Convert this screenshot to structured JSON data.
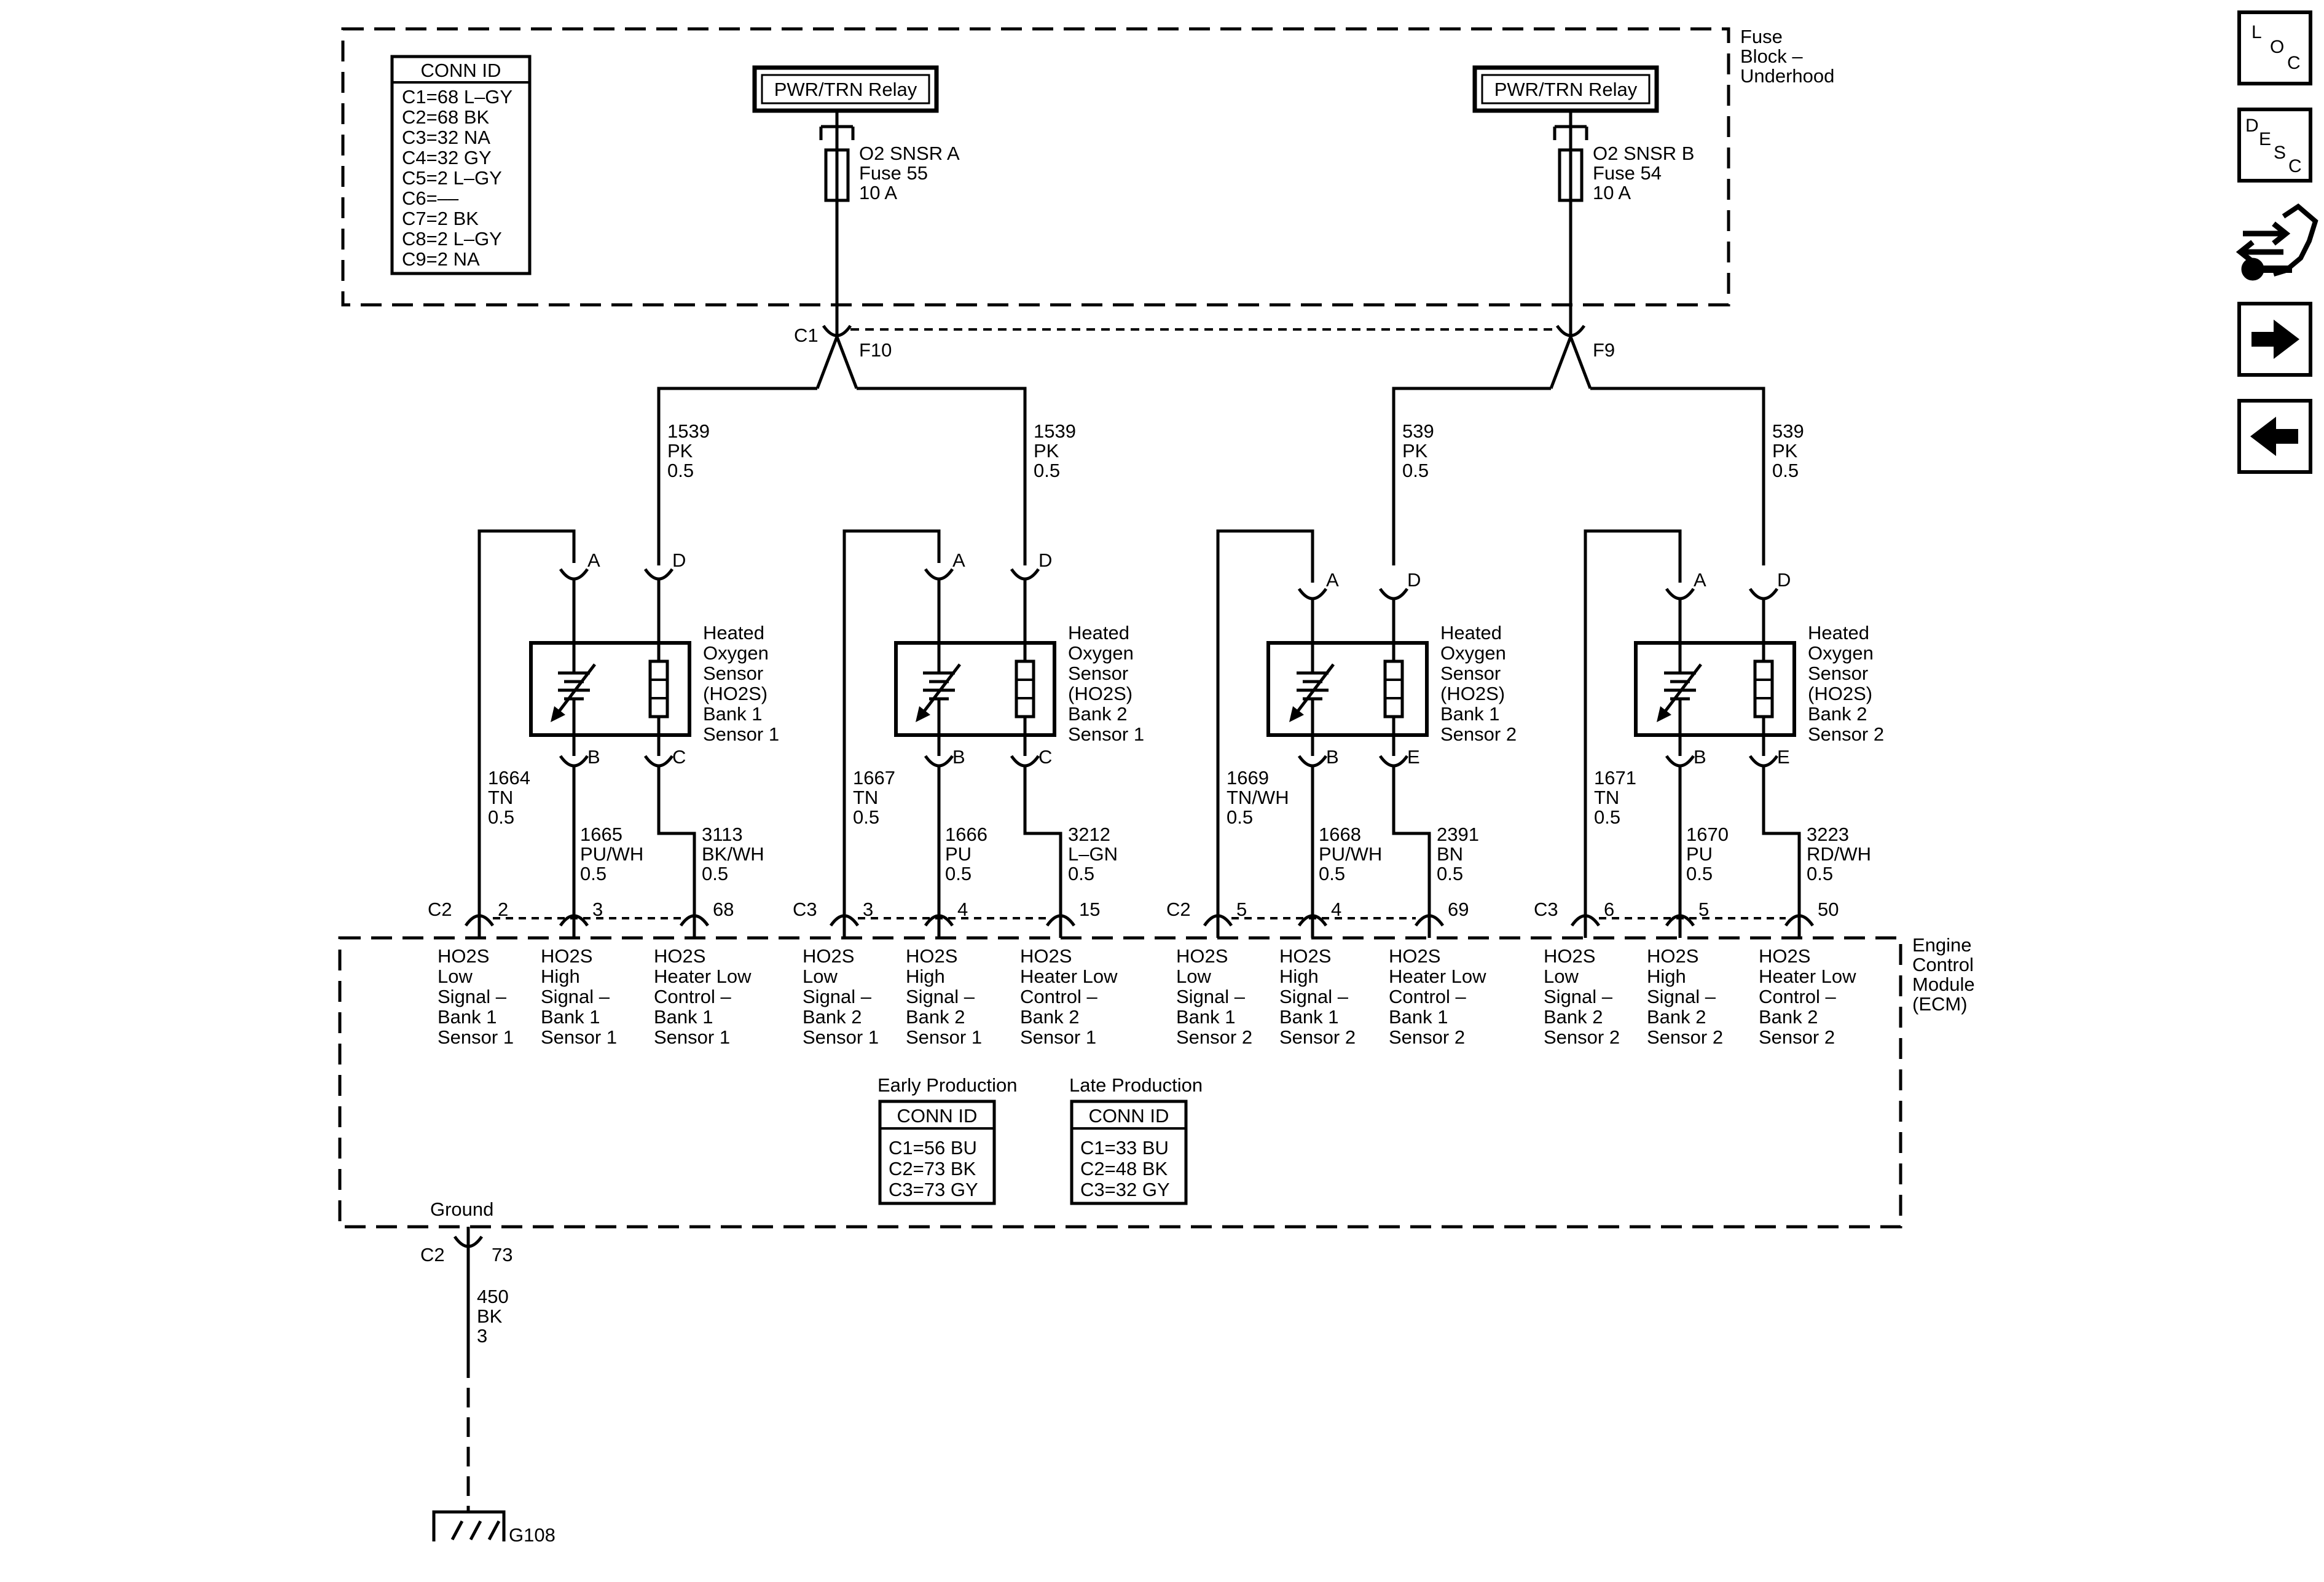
{
  "fuse_block": {
    "label": [
      "Fuse",
      "Block –",
      "Underhood"
    ],
    "conn_id_title": "CONN ID",
    "conn_id": [
      "C1=68 L–GY",
      "C2=68 BK",
      "C3=32 NA",
      "C4=32 GY",
      "C5=2 L–GY",
      "C6=––",
      "C7=2 BK",
      "C8=2 L–GY",
      "C9=2 NA"
    ],
    "relay_a": "PWR/TRN Relay",
    "relay_b": "PWR/TRN Relay",
    "fuse_a": [
      "O2 SNSR A",
      "Fuse 55",
      "10 A"
    ],
    "fuse_b": [
      "O2 SNSR B",
      "Fuse 54",
      "10 A"
    ],
    "conn_a": {
      "c": "C1",
      "pin": "F10"
    },
    "conn_b": {
      "pin": "F9"
    }
  },
  "feed_wires": [
    {
      "num": "1539",
      "color": "PK",
      "size": "0.5"
    },
    {
      "num": "1539",
      "color": "PK",
      "size": "0.5"
    },
    {
      "num": "539",
      "color": "PK",
      "size": "0.5"
    },
    {
      "num": "539",
      "color": "PK",
      "size": "0.5"
    }
  ],
  "sensors": [
    {
      "label": [
        "Heated",
        "Oxygen",
        "Sensor",
        "(HO2S)",
        "Bank 1",
        "Sensor 1"
      ],
      "pin_top_left": "A",
      "pin_top_right": "D",
      "pin_bot_left": "B",
      "pin_bot_right": "C",
      "low_wire": {
        "num": "1664",
        "color": "TN",
        "size": "0.5"
      },
      "high_wire": {
        "num": "1665",
        "color": "PU/WH",
        "size": "0.5"
      },
      "heater_wire": {
        "num": "3113",
        "color": "BK/WH",
        "size": "0.5"
      },
      "ecm_conn": "C2",
      "ecm_pins": [
        "2",
        "3",
        "68"
      ]
    },
    {
      "label": [
        "Heated",
        "Oxygen",
        "Sensor",
        "(HO2S)",
        "Bank 2",
        "Sensor 1"
      ],
      "pin_top_left": "A",
      "pin_top_right": "D",
      "pin_bot_left": "B",
      "pin_bot_right": "C",
      "low_wire": {
        "num": "1667",
        "color": "TN",
        "size": "0.5"
      },
      "high_wire": {
        "num": "1666",
        "color": "PU",
        "size": "0.5"
      },
      "heater_wire": {
        "num": "3212",
        "color": "L–GN",
        "size": "0.5"
      },
      "ecm_conn": "C3",
      "ecm_pins": [
        "3",
        "4",
        "15"
      ]
    },
    {
      "label": [
        "Heated",
        "Oxygen",
        "Sensor",
        "(HO2S)",
        "Bank 1",
        "Sensor 2"
      ],
      "pin_top_left": "A",
      "pin_top_right": "D",
      "pin_bot_left": "B",
      "pin_bot_right": "E",
      "low_wire": {
        "num": "1669",
        "color": "TN/WH",
        "size": "0.5"
      },
      "high_wire": {
        "num": "1668",
        "color": "PU/WH",
        "size": "0.5"
      },
      "heater_wire": {
        "num": "2391",
        "color": "BN",
        "size": "0.5"
      },
      "ecm_conn": "C2",
      "ecm_pins": [
        "5",
        "4",
        "69"
      ]
    },
    {
      "label": [
        "Heated",
        "Oxygen",
        "Sensor",
        "(HO2S)",
        "Bank 2",
        "Sensor 2"
      ],
      "pin_top_left": "A",
      "pin_top_right": "D",
      "pin_bot_left": "B",
      "pin_bot_right": "E",
      "low_wire": {
        "num": "1671",
        "color": "TN",
        "size": "0.5"
      },
      "high_wire": {
        "num": "1670",
        "color": "PU",
        "size": "0.5"
      },
      "heater_wire": {
        "num": "3223",
        "color": "RD/WH",
        "size": "0.5"
      },
      "ecm_conn": "C3",
      "ecm_pins": [
        "6",
        "5",
        "50"
      ]
    }
  ],
  "ecm_labels": [
    [
      "HO2S",
      "Low",
      "Signal –",
      "Bank 1",
      "Sensor 1"
    ],
    [
      "HO2S",
      "High",
      "Signal –",
      "Bank 1",
      "Sensor 1"
    ],
    [
      "HO2S",
      "Heater Low",
      "Control –",
      "Bank 1",
      "Sensor 1"
    ],
    [
      "HO2S",
      "Low",
      "Signal –",
      "Bank 2",
      "Sensor 1"
    ],
    [
      "HO2S",
      "High",
      "Signal –",
      "Bank 2",
      "Sensor 1"
    ],
    [
      "HO2S",
      "Heater Low",
      "Control –",
      "Bank 2",
      "Sensor 1"
    ],
    [
      "HO2S",
      "Low",
      "Signal –",
      "Bank 1",
      "Sensor 2"
    ],
    [
      "HO2S",
      "High",
      "Signal –",
      "Bank 1",
      "Sensor 2"
    ],
    [
      "HO2S",
      "Heater Low",
      "Control –",
      "Bank 1",
      "Sensor 2"
    ],
    [
      "HO2S",
      "Low",
      "Signal –",
      "Bank 2",
      "Sensor 2"
    ],
    [
      "HO2S",
      "High",
      "Signal –",
      "Bank 2",
      "Sensor 2"
    ],
    [
      "HO2S",
      "Heater Low",
      "Control –",
      "Bank 2",
      "Sensor 2"
    ]
  ],
  "ecm": {
    "label": [
      "Engine",
      "Control",
      "Module",
      "(ECM)"
    ],
    "early": {
      "title": "Early Production",
      "conn_title": "CONN ID",
      "rows": [
        "C1=56 BU",
        "C2=73 BK",
        "C3=73 GY"
      ]
    },
    "late": {
      "title": "Late Production",
      "conn_title": "CONN ID",
      "rows": [
        "C1=33 BU",
        "C2=48 BK",
        "C3=32 GY"
      ]
    },
    "ground_label": "Ground",
    "ground_conn": "C2",
    "ground_pin": "73"
  },
  "ground_wire": {
    "num": "450",
    "color": "BK",
    "size": "3"
  },
  "ground_point": "G108",
  "nav": {
    "loc": [
      "L",
      "O",
      "C"
    ],
    "desc": [
      "D",
      "E",
      "S",
      "C"
    ]
  },
  "icons": [
    "loc-icon",
    "desc-icon",
    "schematic-tools-icon",
    "arrow-right-icon",
    "arrow-left-icon"
  ]
}
